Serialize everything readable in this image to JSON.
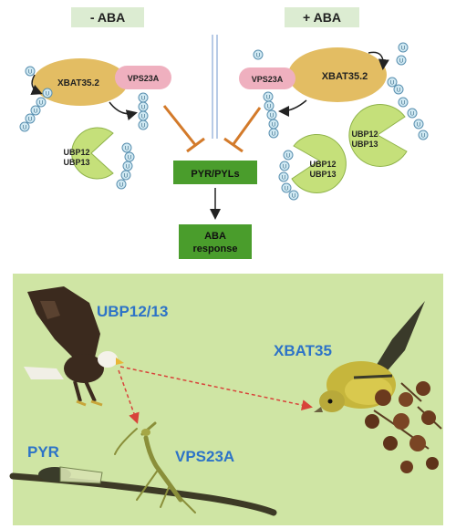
{
  "top": {
    "minus_aba": "- ABA",
    "plus_aba": "+ ABA",
    "left": {
      "xbat": "XBAT35.2",
      "vps": "VPS23A",
      "ubp_line1": "UBP12",
      "ubp_line2": "UBP13"
    },
    "right": {
      "xbat": "XBAT35.2",
      "vps": "VPS23A",
      "ubp_a_line1": "UBP12",
      "ubp_a_line2": "UBP13",
      "ubp_b_line1": "UBP12",
      "ubp_b_line2": "UBP13"
    },
    "ub_symbol": "U",
    "pyr": "PYR/PYLs",
    "aba_line1": "ABA",
    "aba_line2": "response"
  },
  "bottom": {
    "ubp_label": "UBP12/13",
    "xbat_label": "XBAT35",
    "pyr_label": "PYR",
    "vps_label": "VPS23A"
  },
  "colors": {
    "label_bg": "#dcecd2",
    "xbat": "#e3bd63",
    "vps": "#efb0bf",
    "ubp": "#c5e07a",
    "ub": "#cfe8f2",
    "green_box": "#4a9d2c",
    "inhibit": "#d37a2a",
    "scene_bg": "#cfe5a4",
    "scene_text": "#2d73c7",
    "arrow_red": "#d8433a"
  }
}
